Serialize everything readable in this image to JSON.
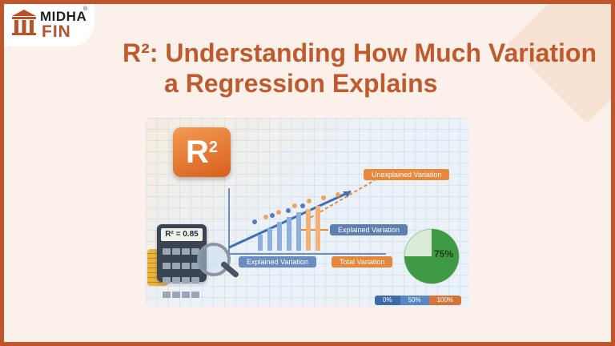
{
  "logo": {
    "top_text": "MIDHA",
    "bottom_text": "FIN",
    "registered": "®"
  },
  "title": {
    "line1": "R²: Understanding How Much Variation",
    "line2": "a Regression Explains"
  },
  "illustration": {
    "badge_text": "R",
    "badge_superscript": "2",
    "calculator_display": "R² = 0.85",
    "label_unexplained": "Unexplained Variation",
    "label_explained": "Explained Variation",
    "label_explained_2": "Explained Variation",
    "label_total": "Total Variation",
    "pie_percent": "75%",
    "pie_fraction": 0.75,
    "scale": [
      "0%",
      "50%",
      "100%"
    ]
  },
  "colors": {
    "frame": "#c0552c",
    "title": "#bf5a2d",
    "background": "#fcf1ea"
  }
}
